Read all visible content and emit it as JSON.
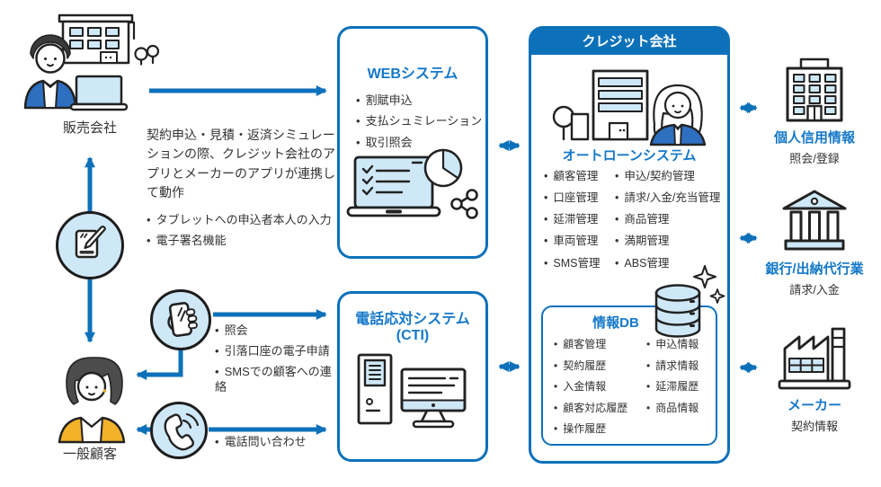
{
  "palette": {
    "accent": "#0d71ba",
    "title_text": "#1478c8",
    "light_blue": "#cfe8f8",
    "outline": "#222222",
    "text": "#333333",
    "jacket_blue": "#2e6fc0",
    "cardigan_yellow": "#f3b229",
    "header_text": "#ffffff"
  },
  "actors": {
    "seller": {
      "label": "販売会社",
      "icon": "salesperson-building-icon"
    },
    "customer": {
      "label": "一般顧客",
      "icon": "customer-woman-icon"
    }
  },
  "tablet_note": {
    "icon": "tablet-signature-icon",
    "description": "契約申込・見積・返済シミュレーションの際、クレジット会社のアプリとメーカーのアプリが連携して動作",
    "bullets": [
      "タブレットへの申込者本人の入力",
      "電子署名機能"
    ]
  },
  "web_system": {
    "title": "WEBシステム",
    "bullets": [
      "割賦申込",
      "支払シュミレーション",
      "取引照会"
    ],
    "icon": "laptop-analytics-icon"
  },
  "cti_system": {
    "title": "電話応対システム",
    "subtitle": "(CTI)",
    "icon": "computer-workstation-icon"
  },
  "smartphone_channel": {
    "icon": "smartphone-in-hand-icon",
    "bullets": [
      "照会",
      "引落口座の電子申請",
      "SMSでの顧客への連絡"
    ]
  },
  "phone_channel": {
    "icon": "telephone-handset-icon",
    "bullets": [
      "電話問い合わせ"
    ]
  },
  "credit_company": {
    "header": "クレジット会社",
    "illustration": "office-and-operator-icon",
    "autoloan_system": {
      "title": "オートローンシステム",
      "col1": [
        "顧客管理",
        "口座管理",
        "延滞管理",
        "車両管理",
        "SMS管理"
      ],
      "col2": [
        "申込/契約管理",
        "請求/入金/充当管理",
        "商品管理",
        "満期管理",
        "ABS管理"
      ]
    },
    "info_db": {
      "title": "情報DB",
      "icon": "database-icon",
      "col1": [
        "顧客管理",
        "契約履歴",
        "入金情報",
        "顧客対応履歴",
        "操作履歴"
      ],
      "col2": [
        "申込情報",
        "請求情報",
        "延滞履歴",
        "商品情報"
      ]
    }
  },
  "externals": [
    {
      "label": "個人信用情報",
      "sub": "照会/登録",
      "icon": "office-building-icon"
    },
    {
      "label": "銀行/出納代行業",
      "sub": "請求/入金",
      "icon": "bank-icon"
    },
    {
      "label": "メーカー",
      "sub": "契約情報",
      "icon": "factory-icon"
    }
  ]
}
